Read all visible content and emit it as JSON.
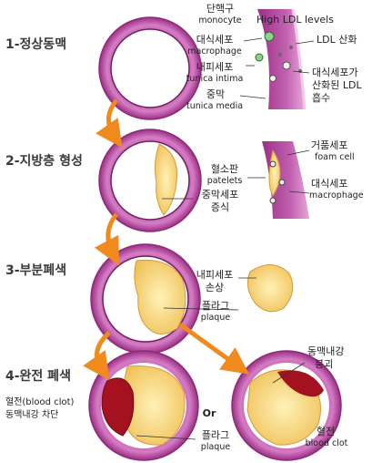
{
  "stages": {
    "s1": "1-정상동맥",
    "s2": "2-지방층 형성",
    "s3": "3-부분폐색",
    "s4": "4-완전 폐색"
  },
  "labels": {
    "monocyte_ko": "단핵구",
    "monocyte_en": "monocyte",
    "high_ldl": "High LDL levels",
    "macrophage_ko": "대식세포",
    "macrophage_en": "macrophage",
    "ldl_oxidation": "LDL 산화",
    "intima_ko": "내피세포",
    "intima_en": "tunica intima",
    "media_ko": "중막",
    "media_en": "tunica media",
    "ox_ldl_uptake_1": "대식세포가",
    "ox_ldl_uptake_2": "산화된 LDL",
    "ox_ldl_uptake_3": "흡수",
    "foam_ko": "거품세포",
    "foam_en": "foam cell",
    "platelet_ko": "혈소판",
    "platelet_en": "patelets",
    "media_prolif_1": "중막세포",
    "media_prolif_2": "증식",
    "macrophage2_ko": "대식세포",
    "macrophage2_en": "macrophage",
    "endo_damage_1": "내피세포",
    "endo_damage_2": "손상",
    "plaque_ko": "플라그",
    "plaque_en": "plaque",
    "rupture_1": "동맥내강",
    "rupture_2": "붕괴",
    "clot_1": "혈전(blood clot)",
    "clot_2": "동맥내강 차단",
    "or": "Or",
    "plaque2_ko": "플라그",
    "plaque2_en": "plaque",
    "clot2_ko": "혈전",
    "clot2_en": "blood clot"
  }
}
